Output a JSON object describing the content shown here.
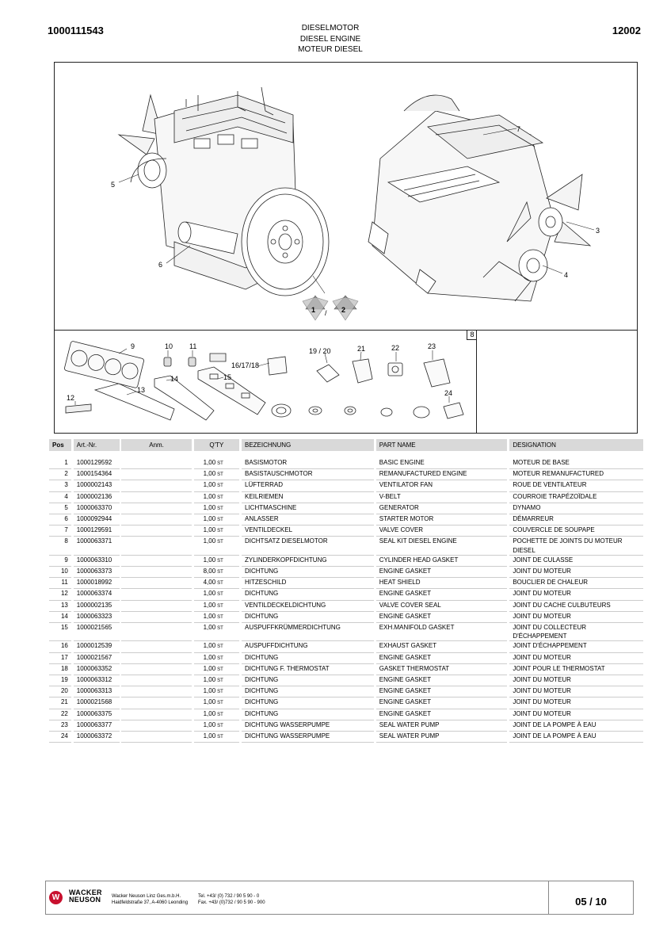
{
  "header": {
    "doc_number": "1000111543",
    "page_code": "12002",
    "title_de": "DIESELMOTOR",
    "title_en": "DIESEL ENGINE",
    "title_fr": "MOTEUR DIESEL"
  },
  "figure": {
    "kit_tag": "8",
    "engine_callouts": [
      "5",
      "6",
      "7",
      "3",
      "4"
    ],
    "recycle_labels": [
      "1",
      "/",
      "2"
    ],
    "kit_callouts": [
      "9",
      "10",
      "11",
      "16/17/18",
      "19 / 20",
      "21",
      "22",
      "23",
      "14",
      "15",
      "13",
      "12",
      "24"
    ]
  },
  "table": {
    "headers": {
      "pos": "Pos",
      "art": "Art.-Nr.",
      "anm": "Anm.",
      "qty": "Q'TY",
      "de": "BEZEICHNUNG",
      "en": "PART NAME",
      "fr": "DESIGNATION"
    },
    "rows": [
      {
        "pos": "1",
        "art": "1000129592",
        "qty": "1,00",
        "unit": "ST",
        "de": "BASISMOTOR",
        "en": "BASIC ENGINE",
        "fr": "MOTEUR DE BASE"
      },
      {
        "pos": "2",
        "art": "1000154364",
        "qty": "1,00",
        "unit": "ST",
        "de": "BASISTAUSCHMOTOR",
        "en": "REMANUFACTURED ENGINE",
        "fr": "MOTEUR REMANUFACTURED"
      },
      {
        "pos": "3",
        "art": "1000002143",
        "qty": "1,00",
        "unit": "ST",
        "de": "LÜFTERRAD",
        "en": "VENTILATOR FAN",
        "fr": "ROUE DE VENTILATEUR"
      },
      {
        "pos": "4",
        "art": "1000002136",
        "qty": "1,00",
        "unit": "ST",
        "de": "KEILRIEMEN",
        "en": "V-BELT",
        "fr": "COURROIE TRAPÉZOÏDALE"
      },
      {
        "pos": "5",
        "art": "1000063370",
        "qty": "1,00",
        "unit": "ST",
        "de": "LICHTMASCHINE",
        "en": "GENERATOR",
        "fr": "DYNAMO"
      },
      {
        "pos": "6",
        "art": "1000092944",
        "qty": "1,00",
        "unit": "ST",
        "de": "ANLASSER",
        "en": "STARTER MOTOR",
        "fr": "DÉMARREUR"
      },
      {
        "pos": "7",
        "art": "1000129591",
        "qty": "1,00",
        "unit": "ST",
        "de": "VENTILDECKEL",
        "en": "VALVE COVER",
        "fr": "COUVERCLE DE SOUPAPE"
      },
      {
        "pos": "8",
        "art": "1000063371",
        "qty": "1,00",
        "unit": "ST",
        "de": "DICHTSATZ DIESELMOTOR",
        "en": "SEAL KIT DIESEL ENGINE",
        "fr": "POCHETTE DE JOINTS DU MOTEUR DIESEL"
      },
      {
        "pos": "9",
        "art": "1000063310",
        "qty": "1,00",
        "unit": "ST",
        "de": "ZYLINDERKOPFDICHTUNG",
        "en": "CYLINDER HEAD GASKET",
        "fr": "JOINT DE CULASSE"
      },
      {
        "pos": "10",
        "art": "1000063373",
        "qty": "8,00",
        "unit": "ST",
        "de": "DICHTUNG",
        "en": "ENGINE GASKET",
        "fr": "JOINT DU MOTEUR"
      },
      {
        "pos": "11",
        "art": "1000018992",
        "qty": "4,00",
        "unit": "ST",
        "de": "HITZESCHILD",
        "en": "HEAT SHIELD",
        "fr": "BOUCLIER DE CHALEUR"
      },
      {
        "pos": "12",
        "art": "1000063374",
        "qty": "1,00",
        "unit": "ST",
        "de": "DICHTUNG",
        "en": "ENGINE GASKET",
        "fr": "JOINT DU MOTEUR"
      },
      {
        "pos": "13",
        "art": "1000002135",
        "qty": "1,00",
        "unit": "ST",
        "de": "VENTILDECKELDICHTUNG",
        "en": "VALVE COVER SEAL",
        "fr": "JOINT DU CACHE CULBUTEURS"
      },
      {
        "pos": "14",
        "art": "1000063323",
        "qty": "1,00",
        "unit": "ST",
        "de": "DICHTUNG",
        "en": "ENGINE GASKET",
        "fr": "JOINT DU MOTEUR"
      },
      {
        "pos": "15",
        "art": "1000021565",
        "qty": "1,00",
        "unit": "ST",
        "de": "AUSPUFFKRÜMMERDICHTUNG",
        "en": "EXH.MANIFOLD GASKET",
        "fr": "JOINT DU COLLECTEUR D'ÉCHAPPEMENT"
      },
      {
        "pos": "16",
        "art": "1000012539",
        "qty": "1,00",
        "unit": "ST",
        "de": "AUSPUFFDICHTUNG",
        "en": "EXHAUST GASKET",
        "fr": "JOINT D'ÉCHAPPEMENT"
      },
      {
        "pos": "17",
        "art": "1000021567",
        "qty": "1,00",
        "unit": "ST",
        "de": "DICHTUNG",
        "en": "ENGINE GASKET",
        "fr": "JOINT DU MOTEUR"
      },
      {
        "pos": "18",
        "art": "1000063352",
        "qty": "1,00",
        "unit": "ST",
        "de": "DICHTUNG F. THERMOSTAT",
        "en": "GASKET THERMOSTAT",
        "fr": "JOINT POUR LE THERMOSTAT"
      },
      {
        "pos": "19",
        "art": "1000063312",
        "qty": "1,00",
        "unit": "ST",
        "de": "DICHTUNG",
        "en": "ENGINE GASKET",
        "fr": "JOINT DU MOTEUR"
      },
      {
        "pos": "20",
        "art": "1000063313",
        "qty": "1,00",
        "unit": "ST",
        "de": "DICHTUNG",
        "en": "ENGINE GASKET",
        "fr": "JOINT DU MOTEUR"
      },
      {
        "pos": "21",
        "art": "1000021568",
        "qty": "1,00",
        "unit": "ST",
        "de": "DICHTUNG",
        "en": "ENGINE GASKET",
        "fr": "JOINT DU MOTEUR"
      },
      {
        "pos": "22",
        "art": "1000063375",
        "qty": "1,00",
        "unit": "ST",
        "de": "DICHTUNG",
        "en": "ENGINE GASKET",
        "fr": "JOINT DU MOTEUR"
      },
      {
        "pos": "23",
        "art": "1000063377",
        "qty": "1,00",
        "unit": "ST",
        "de": "DICHTUNG WASSERPUMPE",
        "en": "SEAL WATER PUMP",
        "fr": "JOINT DE LA POMPE À EAU"
      },
      {
        "pos": "24",
        "art": "1000063372",
        "qty": "1,00",
        "unit": "ST",
        "de": "DICHTUNG WASSERPUMPE",
        "en": "SEAL WATER PUMP",
        "fr": "JOINT DE LA POMPE À EAU"
      }
    ]
  },
  "footer": {
    "logo_mark": "W",
    "logo_line1": "WACKER",
    "logo_line2": "NEUSON",
    "company_line1": "Wacker Neuson Linz  Ges.m.b.H.",
    "company_line2": "Haidfeldstraße 37, A-4060 Leonding",
    "tel": "Tel. +43/ (0) 732 / 90 5 90 - 0",
    "fax": "Fax. +43/ (0)732 / 90 5 90 - 900",
    "page": "05 / 10"
  }
}
